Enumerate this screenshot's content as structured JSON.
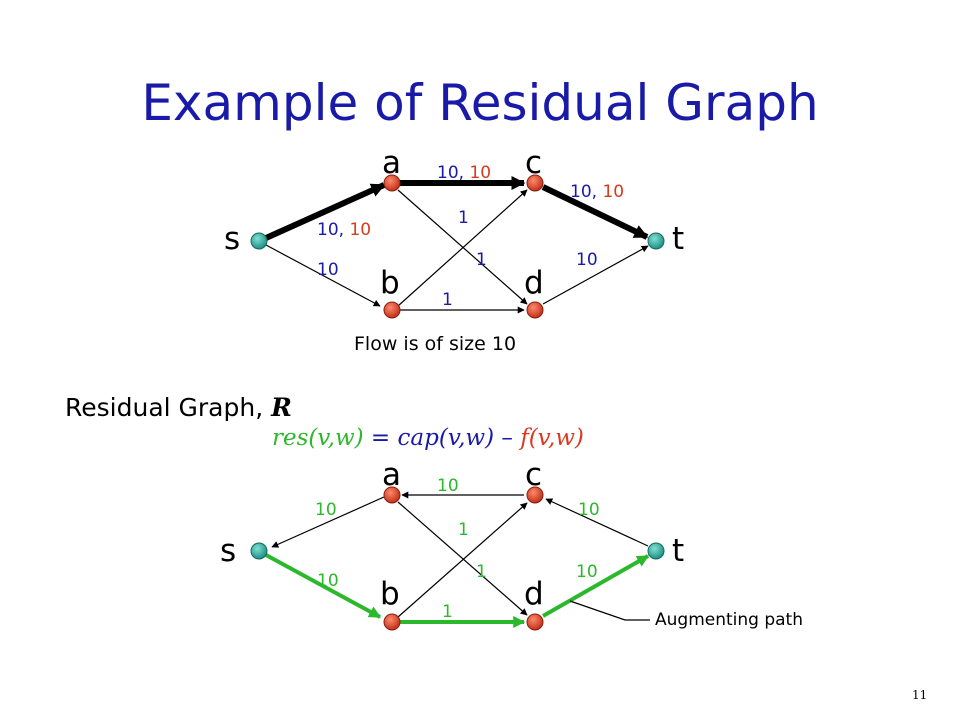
{
  "title": "Example of Residual Graph",
  "nodes": {
    "s": "s",
    "a": "a",
    "b": "b",
    "c": "c",
    "d": "d",
    "t": "t"
  },
  "top_graph": {
    "labels": {
      "sa_cap": "10,",
      "sa_flow": "10",
      "ac_cap": "10,",
      "ac_flow": "10",
      "ct_cap": "10,",
      "ct_flow": "10",
      "ad": "1",
      "bc": "1",
      "bd": "1",
      "sb": "10",
      "dt": "10"
    },
    "caption": "Flow is of size 10"
  },
  "residual_heading": "Residual Graph,",
  "residual_symbol": "R",
  "formula": {
    "lhs": "res(v,w)",
    "eq": " = ",
    "cap": "cap(v,w)",
    "minus": " – ",
    "f": "f(v,w)"
  },
  "bottom_graph": {
    "labels": {
      "as": "10",
      "ca": "10",
      "tc": "10",
      "ad": "1",
      "bc": "1",
      "bd": "1",
      "sb": "10",
      "dt": "10"
    },
    "annotation": "Augmenting path"
  },
  "page_number": "11",
  "colors": {
    "title": "#1a1aa8",
    "capacity_text": "#1a1aa8",
    "flow_text": "#d83a1e",
    "residual": "#2cb82c",
    "node_red": "#d83a1e",
    "node_teal": "#2aa89a"
  }
}
